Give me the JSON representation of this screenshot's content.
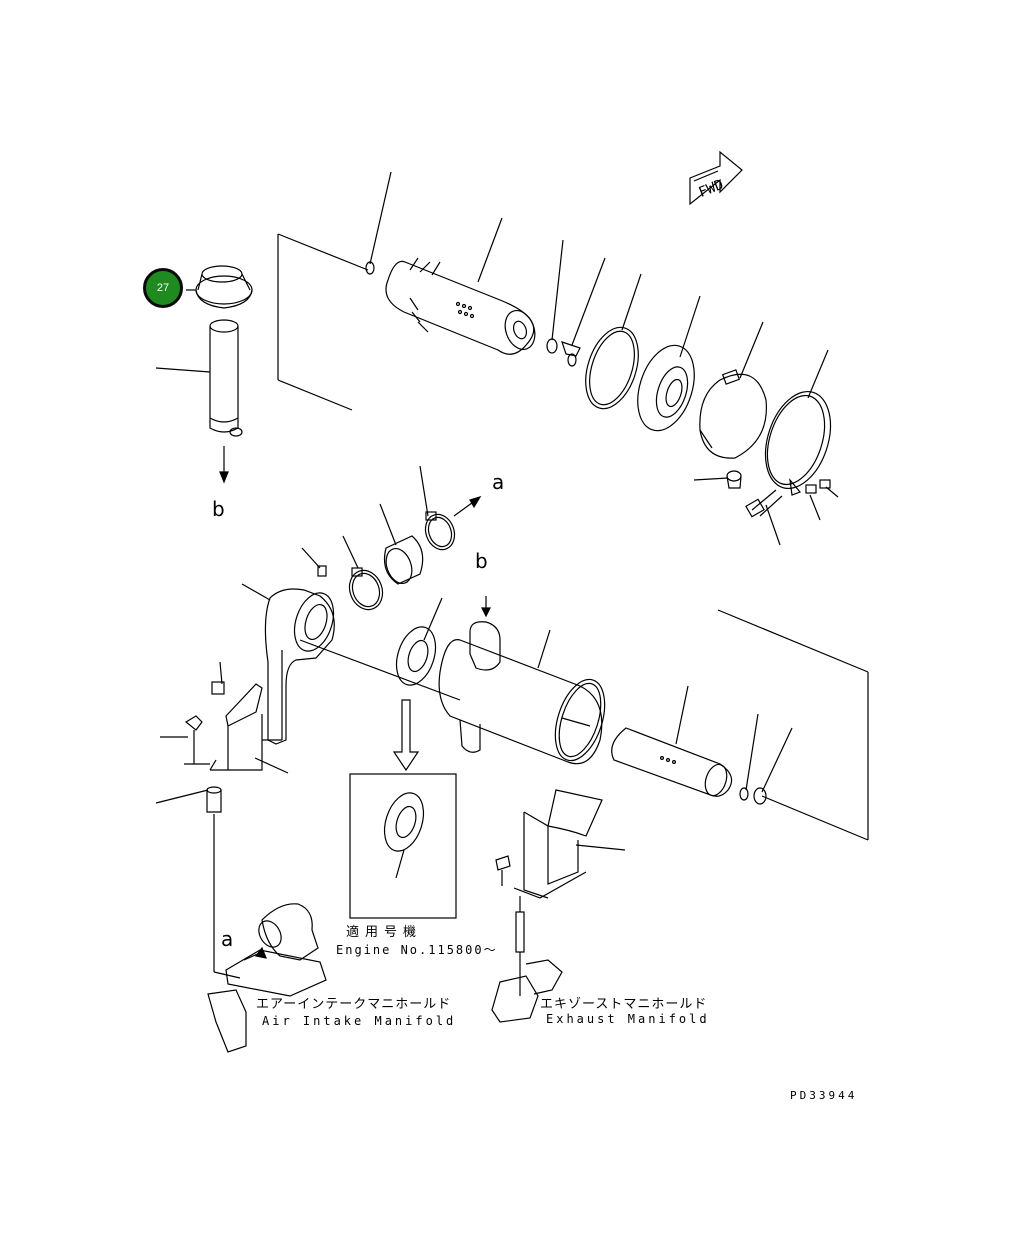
{
  "fwd_arrow_text": "FWD",
  "callout": {
    "number": "27",
    "color": "#1f8a1f"
  },
  "flow_labels": {
    "a_top": "a",
    "a_bottom": "a",
    "b_left": "b",
    "b_center": "b"
  },
  "inset": {
    "title_jp": "適用号機",
    "engine_no": "Engine No.115800～"
  },
  "air_intake": {
    "jp": "エアーインテークマニホールド",
    "en": "Air Intake Manifold"
  },
  "exhaust": {
    "jp": "エキゾーストマニホールド",
    "en": "Exhaust Manifold"
  },
  "drawing_no": "PD33944"
}
